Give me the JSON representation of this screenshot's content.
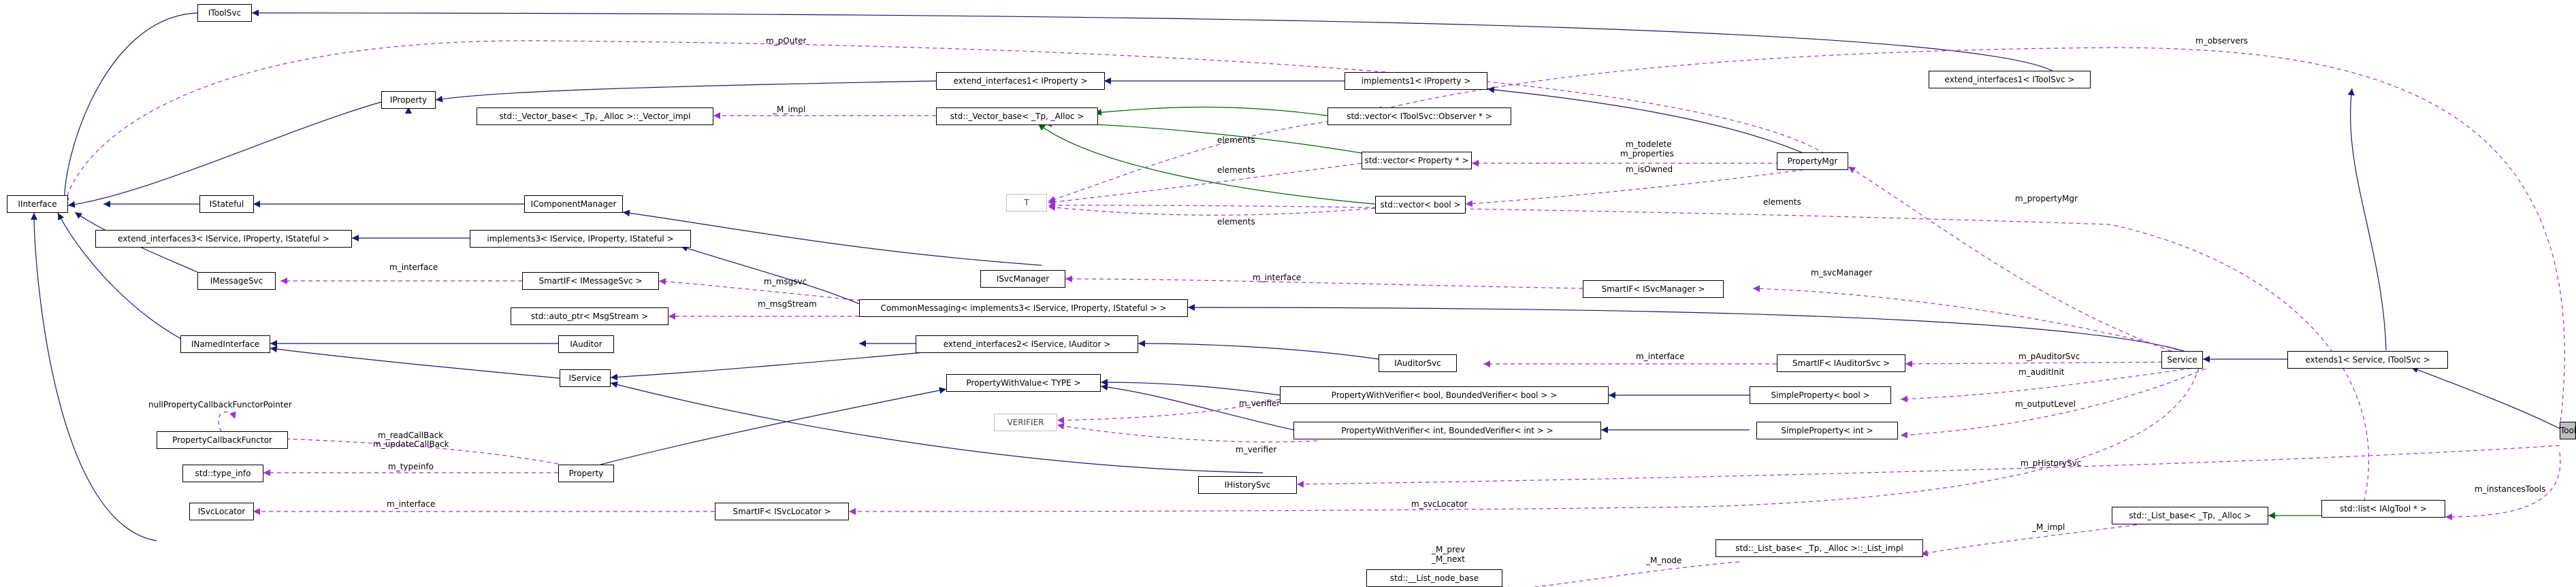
{
  "nodes": {
    "itoolsvc": "IToolSvc",
    "iinterface": "IInterface",
    "iproperty": "IProperty",
    "istateful": "IStateful",
    "ext_ip": "extend_interfaces1< IProperty >",
    "impl_ip": "implements1< IProperty >",
    "ext_its": "extend_interfaces1< IToolSvc >",
    "vecbase_impl": "std::_Vector_base< _Tp, _Alloc >::_Vector_impl",
    "vecbase": "std::_Vector_base< _Tp, _Alloc >",
    "vec_obs": "std::vector< IToolSvc::Observer * >",
    "vec_prop": "std::vector< Property * >",
    "vec_bool": "std::vector< bool >",
    "t": "T",
    "propmgr": "PropertyMgr",
    "icompmgr": "IComponentManager",
    "ext3": "extend_interfaces3< IService, IProperty, IStateful >",
    "impl3": "implements3< IService, IProperty, IStateful >",
    "imsgsvc": "IMessageSvc",
    "smart_msg": "SmartIF< IMessageSvc >",
    "autoptr": "std::auto_ptr< MsgStream >",
    "isvcmgr": "ISvcManager",
    "smart_svcmgr": "SmartIF< ISvcManager >",
    "commsg": "CommonMessaging< implements3< IService, IProperty, IStateful > >",
    "inamed": "INamedInterface",
    "iauditor": "IAuditor",
    "ext2": "extend_interfaces2< IService, IAuditor >",
    "iauditorsvc": "IAuditorSvc",
    "smart_aud": "SmartIF< IAuditorSvc >",
    "service": "Service",
    "extends1": "extends1< Service, IToolSvc >",
    "iservice": "IService",
    "pwv_type": "PropertyWithValue< TYPE >",
    "pwver_bool": "PropertyWithVerifier< bool, BoundedVerifier< bool > >",
    "sp_bool": "SimpleProperty< bool >",
    "verifier": "VERIFIER",
    "pwver_int": "PropertyWithVerifier< int, BoundedVerifier< int > >",
    "sp_int": "SimpleProperty< int >",
    "pcbf": "PropertyCallbackFunctor",
    "typeinfo": "std::type_info",
    "property": "Property",
    "ihistsvc": "IHistorySvc",
    "toolsvc": "ToolSvc",
    "isvcloc": "ISvcLocator",
    "smart_loc": "SmartIF< ISvcLocator >",
    "listbase": "std::_List_base< _Tp, _Alloc >",
    "listalg": "std::list< IAlgTool * >",
    "listimpl": "std::_List_base< _Tp, _Alloc >::_List_impl",
    "listnode": "std::__List_node_base"
  },
  "edge_labels": {
    "m_pOuter": "m_pOuter",
    "m_observers": "m_observers",
    "M_impl": "_M_impl",
    "elements": "elements",
    "m_todelete": "m_todelete",
    "m_properties": "m_properties",
    "m_isOwned": "m_isOwned",
    "m_propertyMgr": "m_propertyMgr",
    "m_interface": "m_interface",
    "m_msgsvc": "m_msgsvc",
    "m_msgStream": "m_msgStream",
    "m_svcManager": "m_svcManager",
    "m_pAuditorSvc": "m_pAuditorSvc",
    "m_auditInit": "m_auditInit",
    "m_outputLevel": "m_outputLevel",
    "m_verifier": "m_verifier",
    "nullcb": "nullPropertyCallbackFunctorPointer",
    "m_readCallBack": "m_readCallBack",
    "m_updateCallBack": "m_updateCallBack",
    "m_typeinfo": "m_typeinfo",
    "m_pHistorySvc": "m_pHistorySvc",
    "m_svcLocator": "m_svcLocator",
    "m_instancesTools": "m_instancesTools",
    "M_prev": "_M_prev",
    "M_next": "_M_next",
    "M_node": "_M_node"
  },
  "colors": {
    "inheritance": "#191970",
    "member": "#9a32cd",
    "template": "#006400",
    "node_border": "#000000",
    "root_fill": "#bfbfbf",
    "faded_border": "#bfbfbf"
  }
}
